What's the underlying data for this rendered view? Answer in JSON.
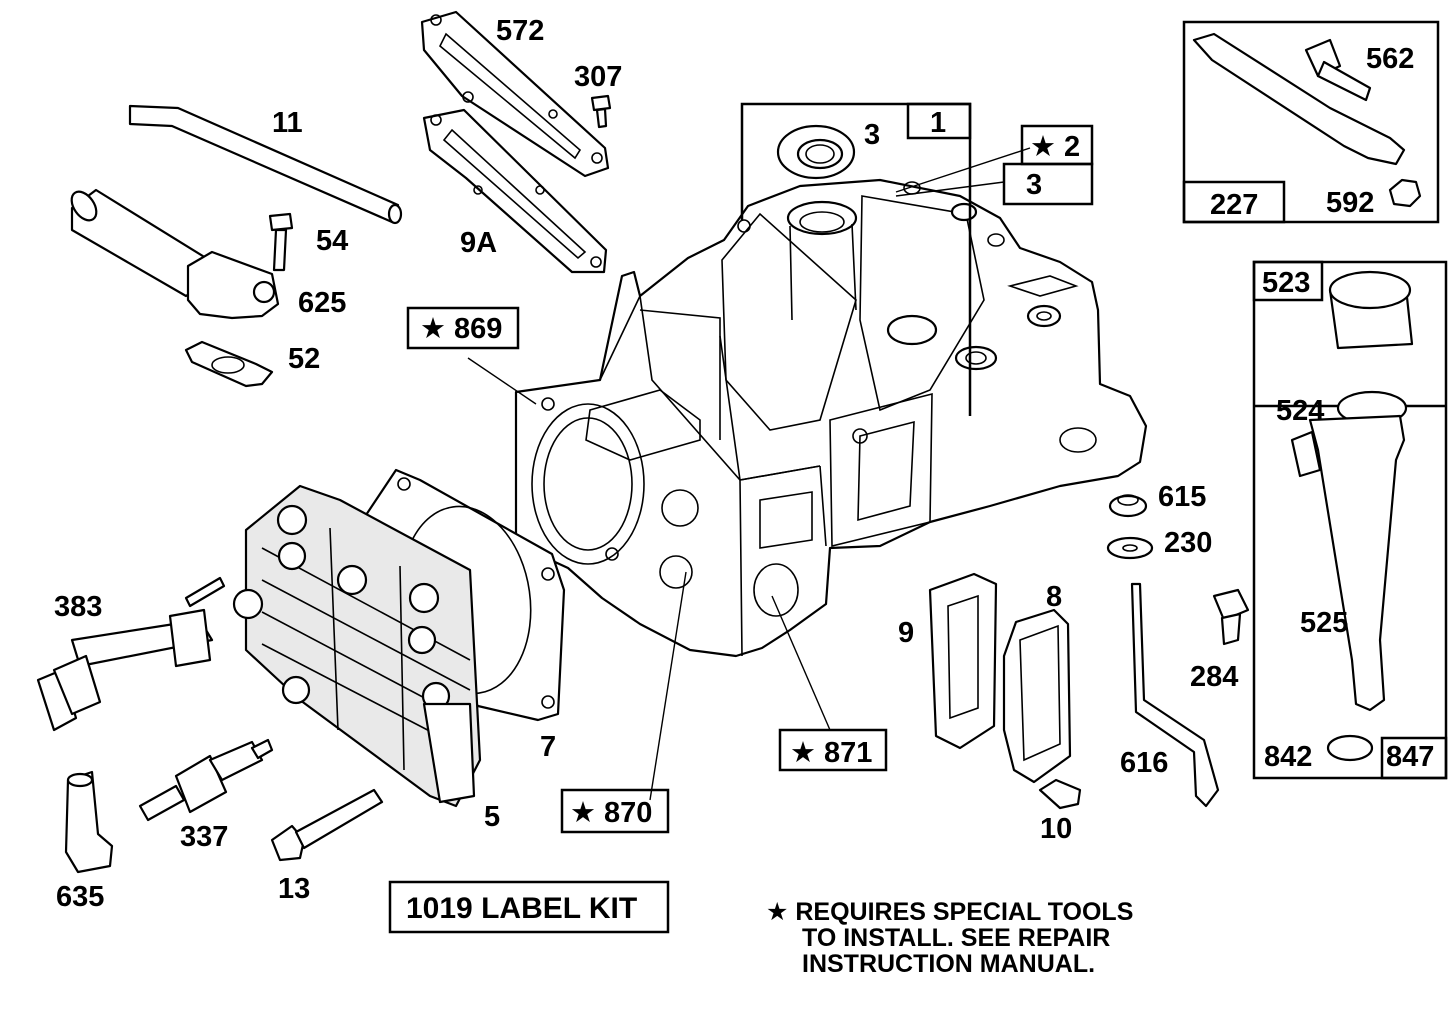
{
  "labels": {
    "p11": "11",
    "p572": "572",
    "p307": "307",
    "p9A": "9A",
    "p54": "54",
    "p625": "625",
    "p52": "52",
    "p3a": "3",
    "p1": "1",
    "p2": "★ 2",
    "p3b": "3",
    "p562": "562",
    "p227": "227",
    "p592": "592",
    "p523": "523",
    "p524": "524",
    "p525": "525",
    "p842": "842",
    "p847": "847",
    "p869": "★ 869",
    "p615": "615",
    "p230": "230",
    "p284": "284",
    "p9": "9",
    "p8": "8",
    "p10": "10",
    "p616": "616",
    "p871": "★ 871",
    "p870": "★ 870",
    "p383": "383",
    "p7": "7",
    "p5": "5",
    "p337": "337",
    "p635": "635",
    "p13": "13"
  },
  "label_kit": "1019 LABEL KIT",
  "footnote": {
    "line1": "★ REQUIRES SPECIAL TOOLS",
    "line2": "TO INSTALL.  SEE REPAIR",
    "line3": "INSTRUCTION MANUAL."
  }
}
